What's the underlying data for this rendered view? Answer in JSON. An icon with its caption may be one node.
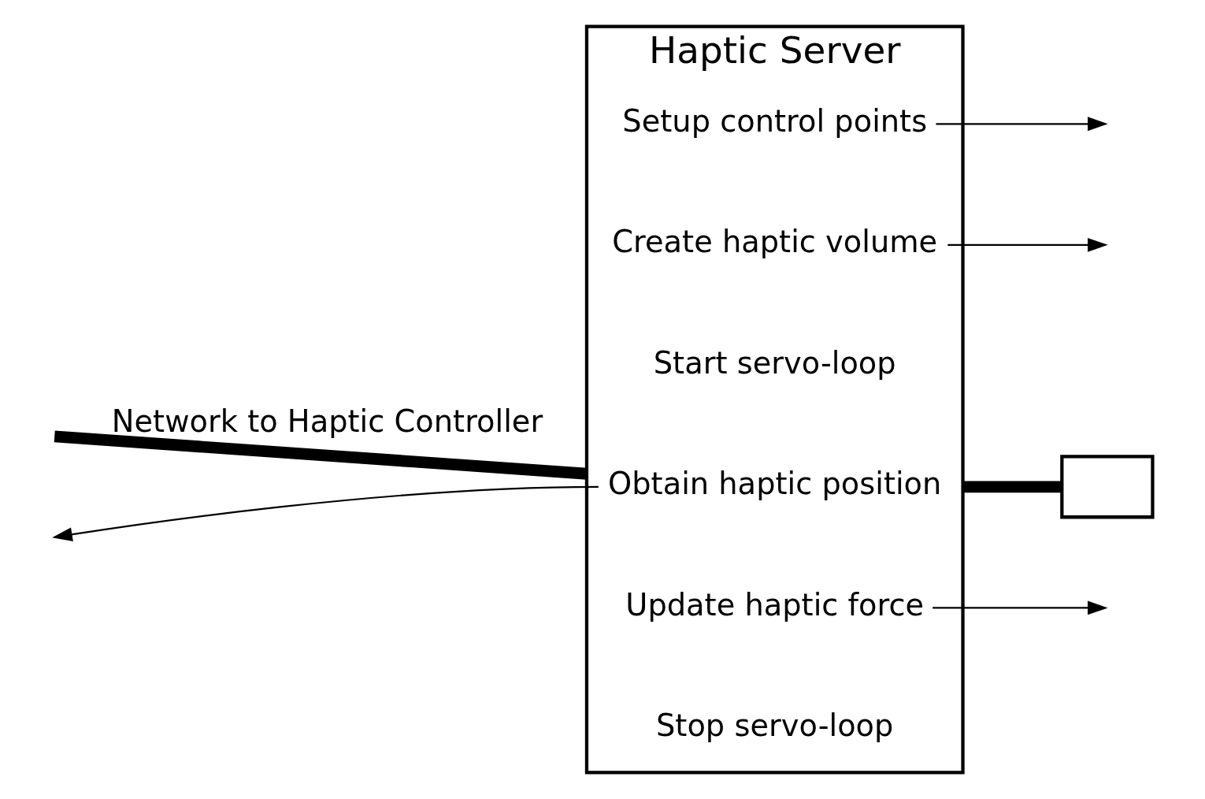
{
  "diagram": {
    "nodes": [
      {
        "text": [
          "Haptic Server"
        ]
      },
      {
        "text": [
          "Setup control points"
        ],
        "in": 0
      },
      {
        "text": [
          "Create haptic volume"
        ],
        "in": 0
      },
      {
        "text": [
          "Start servo-loop"
        ],
        "in": 0
      },
      {
        "text": [
          "Obtain haptic position"
        ],
        "in": 0
      },
      {
        "text": [
          "Update haptic force"
        ],
        "in": 0
      },
      {
        "text": [
          "Stop servo-loop"
        ],
        "in": 0
      },
      {
        "text": [],
        "shape": "box"
      }
    ],
    "edges": [
      {
        "from": null,
        "to": 0,
        "arrow": "none",
        "style": "thick",
        "label": "Network to Haptic Controller"
      },
      {
        "from": 0,
        "to": 7,
        "arrow": "none",
        "style": "thick"
      },
      {
        "from": 1,
        "to": null,
        "arrow": "to"
      },
      {
        "from": 2,
        "to": null,
        "arrow": "to"
      },
      {
        "from": 4,
        "to": null,
        "arrow": "to"
      },
      {
        "from": 5,
        "to": null,
        "arrow": "to"
      }
    ]
  }
}
